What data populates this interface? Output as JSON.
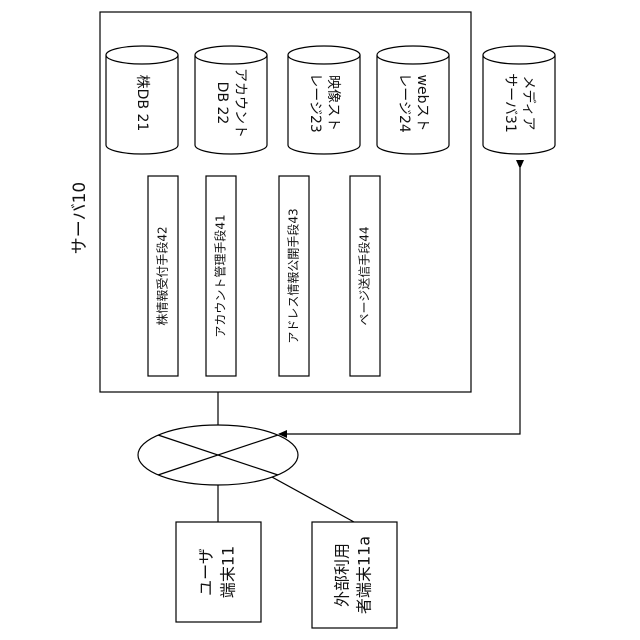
{
  "server": {
    "label": "サーバ10"
  },
  "storages": [
    {
      "line1": "株DB 21",
      "line2": ""
    },
    {
      "line1": "アカウント",
      "line2": "DB 22"
    },
    {
      "line1": "映像スト",
      "line2": "レージ23"
    },
    {
      "line1": "webスト",
      "line2": "レージ24"
    }
  ],
  "media_server": {
    "line1": "メディア",
    "line2": "サーバ31"
  },
  "modules": [
    {
      "label": "株情報受付手段42"
    },
    {
      "label": "アカウント管理手段41"
    },
    {
      "label": "アドレス情報公開手段43"
    },
    {
      "label": "ページ送信手段44"
    }
  ],
  "user_terminal": {
    "line1": "ユーザ",
    "line2": "端末11"
  },
  "external_terminal": {
    "line1": "外部利用",
    "line2": "者端末11a"
  }
}
